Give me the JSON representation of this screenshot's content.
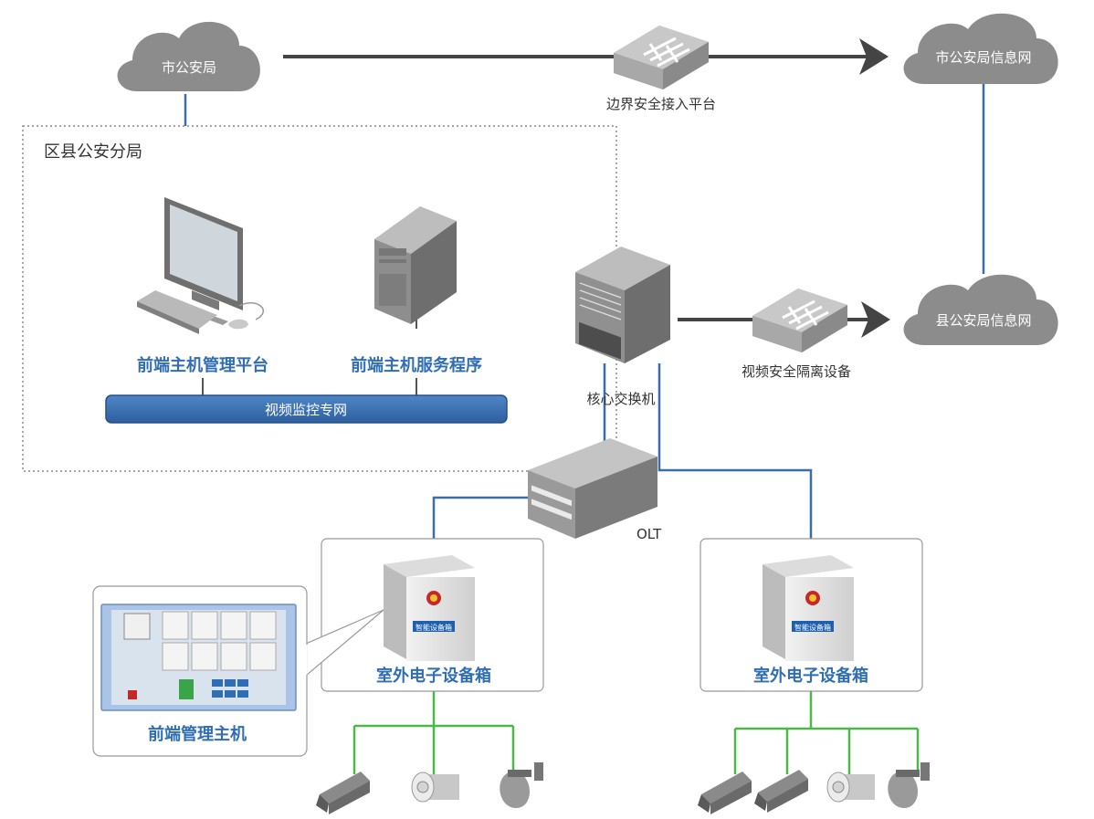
{
  "clouds": {
    "city_police": "市公安局",
    "city_info_net": "市公安局信息网",
    "county_info_net": "县公安局信息网"
  },
  "region": {
    "title": "区县公安分局"
  },
  "devices": {
    "border_platform": "边界安全接入平台",
    "video_isolation": "视频安全隔离设备",
    "core_switch": "核心交换机",
    "olt": "OLT",
    "mgmt_platform": "前端主机管理平台",
    "service_program": "前端主机服务程序",
    "video_net": "视频监控专网",
    "host_label": "前端管理主机"
  },
  "boxes": {
    "left": {
      "label": "室外电子设备箱",
      "badge": "智能设备箱"
    },
    "right": {
      "label": "室外电子设备箱",
      "badge": "智能设备箱"
    }
  },
  "colors": {
    "blue_line": "#3a6ea8",
    "green_line": "#4cb848",
    "accent_text": "#2f6db5",
    "cloud": "#8c8c8c"
  }
}
